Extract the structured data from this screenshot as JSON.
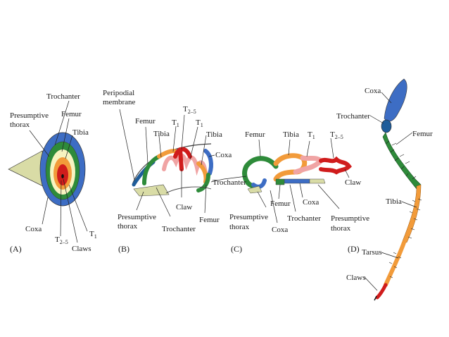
{
  "colors": {
    "thorax": "#d9dca6",
    "coxa": "#3d6dc4",
    "trochanter": "#1f5d9a",
    "femur": "#2e8b3a",
    "tibia": "#f29b3a",
    "tarsus": "#f0a4a4",
    "claw": "#d01c1c"
  },
  "panel_a": {
    "label": "(A)",
    "presumptive_thorax": [
      "Presumptive",
      "thorax"
    ],
    "trochanter": "Trochanter",
    "femur": "Femur",
    "tibia": "Tibia",
    "coxa": "Coxa",
    "t25_base": "T",
    "t25_sub": "2–5",
    "t1_base": "T",
    "t1_sub": "1",
    "claws": "Claws"
  },
  "panel_b": {
    "label": "(B)",
    "peripodial_membrane": [
      "Peripodial",
      "membrane"
    ],
    "femur": "Femur",
    "tibia_left": "Tibia",
    "t1_left_base": "T",
    "t1_left_sub": "1",
    "t25_base": "T",
    "t25_sub": "2–5",
    "t1_right_base": "T",
    "t1_right_sub": "1",
    "tibia_right": "Tibia",
    "coxa": "Coxa",
    "claw": "Claw",
    "femur_bottom": "Femur",
    "trochanter_bottom": "Trochanter",
    "presumptive_thorax": [
      "Presumptive",
      "thorax"
    ]
  },
  "panel_c": {
    "label": "(C)",
    "trochanter": "Trochanter",
    "femur_top": "Femur",
    "tibia": "Tibia",
    "t1_base": "T",
    "t1_sub": "1",
    "t25_base": "T",
    "t25_sub": "2–5",
    "claw": "Claw",
    "femur_bottom": "Femur",
    "coxa_bottom_right": "Coxa",
    "trochanter_bottom": "Trochanter",
    "presumptive_thorax_left": [
      "Presumptive",
      "thorax"
    ],
    "coxa_bottom": "Coxa",
    "presumptive_thorax_right": [
      "Presumptive",
      "thorax"
    ]
  },
  "panel_d": {
    "label": "(D)",
    "coxa": "Coxa",
    "trochanter": "Trochanter",
    "femur": "Femur",
    "tibia": "Tibia",
    "tarsus": "Tarsus",
    "claws": "Claws"
  }
}
